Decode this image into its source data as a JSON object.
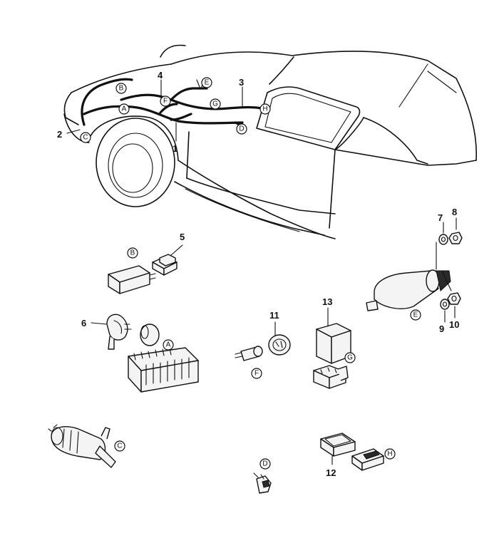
{
  "part_numbers": [
    "1",
    "2",
    "3",
    "4",
    "5",
    "6",
    "7",
    "8",
    "9",
    "10",
    "11",
    "12",
    "13"
  ],
  "connector_letters": [
    "A",
    "B",
    "C",
    "D",
    "E",
    "F",
    "G",
    "H"
  ]
}
